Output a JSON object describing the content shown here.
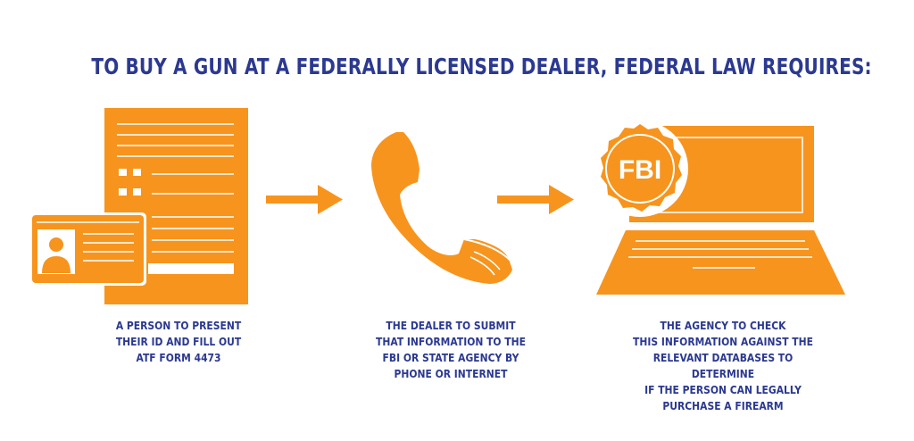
{
  "title": "TO BUY A GUN AT A FEDERALLY LICENSED DEALER, FEDERAL LAW REQUIRES:",
  "colors": {
    "accent": "#f7941d",
    "text": "#2b3990",
    "background": "#ffffff"
  },
  "steps": [
    {
      "icon": "id-card-and-form-icon",
      "caption": "A PERSON TO PRESENT\nTHEIR ID AND FILL OUT\nATF FORM 4473"
    },
    {
      "icon": "telephone-handset-icon",
      "caption": "THE DEALER TO SUBMIT\nTHAT INFORMATION TO THE\nFBI OR STATE AGENCY BY\nPHONE OR INTERNET"
    },
    {
      "icon": "laptop-with-fbi-seal-icon",
      "caption": "THE AGENCY TO CHECK\nTHIS INFORMATION AGAINST THE\nRELEVANT DATABASES TO DETERMINE\nIF THE PERSON CAN LEGALLY\nPURCHASE A FIREARM"
    }
  ],
  "seal_text": "FBI",
  "arrows": [
    "arrow-right-icon",
    "arrow-right-icon"
  ]
}
